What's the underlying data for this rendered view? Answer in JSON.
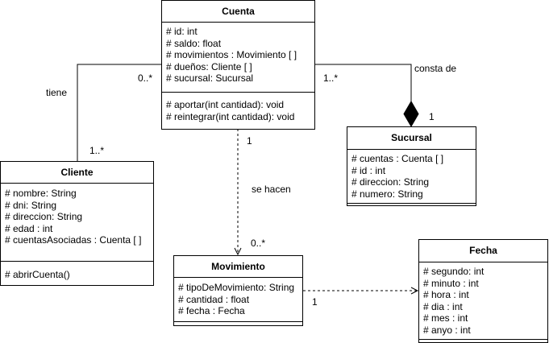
{
  "classes": {
    "cuenta": {
      "name": "Cuenta",
      "attributes": [
        "# id: int",
        "# saldo: float",
        "# movimientos : Movimiento [ ]",
        "# dueños: Cliente [ ]",
        "# sucursal: Sucursal"
      ],
      "operations": [
        "# aportar(int cantidad): void",
        "# reintegrar(int cantidad): void"
      ]
    },
    "cliente": {
      "name": "Cliente",
      "attributes": [
        "# nombre: String",
        "# dni: String",
        "# direccion: String",
        "# edad : int",
        "# cuentasAsociadas : Cuenta [ ]"
      ],
      "operations": [
        "# abrirCuenta()"
      ]
    },
    "sucursal": {
      "name": "Sucursal",
      "attributes": [
        "# cuentas : Cuenta [ ]",
        "# id : int",
        "# direccion: String",
        "# numero: String"
      ],
      "operations": []
    },
    "movimiento": {
      "name": "Movimiento",
      "attributes": [
        "# tipoDeMovimiento: String",
        "# cantidad : float",
        "# fecha : Fecha"
      ],
      "operations": []
    },
    "fecha": {
      "name": "Fecha",
      "attributes": [
        "# segundo: int",
        "# minuto : int",
        "# hora : int",
        "# dia : int",
        "# mes : int",
        "# anyo : int"
      ],
      "operations": []
    }
  },
  "relations": {
    "tiene": {
      "label": "tiene",
      "mult_cuenta": "0..*",
      "mult_cliente": "1..*"
    },
    "consta_de": {
      "label": "consta de",
      "mult_cuenta": "1..*",
      "mult_sucursal": "1"
    },
    "se_hacen": {
      "label": "se hacen",
      "mult_cuenta": "1",
      "mult_movimiento": "0..*"
    },
    "mov_fecha": {
      "mult_movimiento": "1"
    }
  }
}
